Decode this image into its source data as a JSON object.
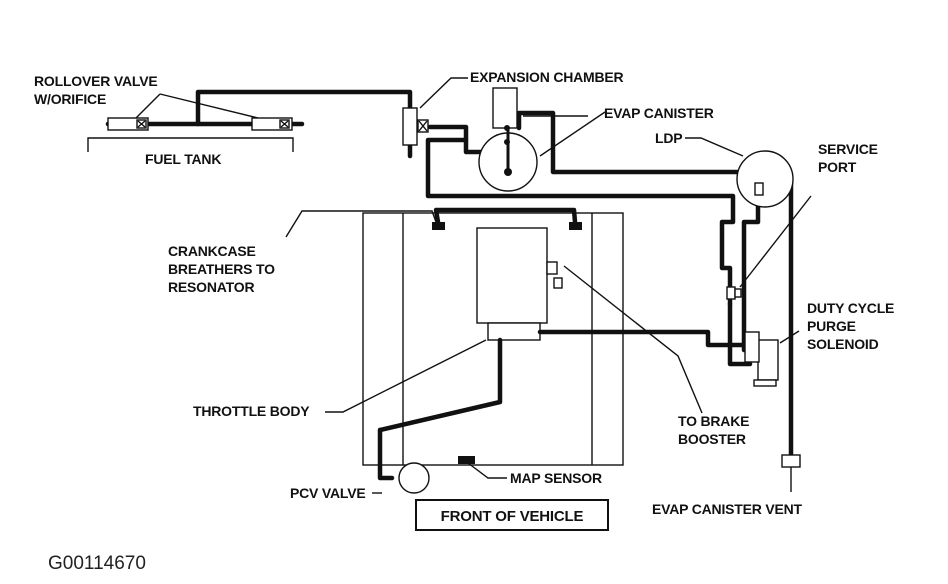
{
  "diagram_code": "G00114670",
  "labels": {
    "rollover_valve_line1": "ROLLOVER VALVE",
    "rollover_valve_line2": "W/ORIFICE",
    "fuel_tank": "FUEL TANK",
    "expansion_chamber": "EXPANSION CHAMBER",
    "evap_canister": "EVAP CANISTER",
    "ldp": "LDP",
    "service_port_line1": "SERVICE",
    "service_port_line2": "PORT",
    "crankcase_line1": "CRANKCASE",
    "crankcase_line2": "BREATHERS TO",
    "crankcase_line3": "RESONATOR",
    "duty_cycle_line1": "DUTY CYCLE",
    "duty_cycle_line2": "PURGE",
    "duty_cycle_line3": "SOLENOID",
    "throttle_body": "THROTTLE BODY",
    "brake_booster_line1": "TO BRAKE",
    "brake_booster_line2": "BOOSTER",
    "pcv_valve": "PCV VALVE",
    "map_sensor": "MAP SENSOR",
    "front_of_vehicle": "FRONT OF VEHICLE",
    "evap_canister_vent": "EVAP CANISTER VENT"
  }
}
